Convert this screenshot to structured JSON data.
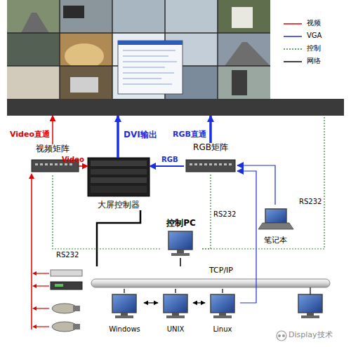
{
  "diagram": {
    "nodes": [
      {
        "text": []
      },
      {
        "text": [
          "视频矩阵"
        ]
      },
      {
        "text": [
          "大屏控制器"
        ]
      },
      {
        "text": [
          "RGB矩阵"
        ]
      },
      {
        "text": [
          "控制PC"
        ]
      },
      {
        "text": [
          "笔记本"
        ]
      },
      {
        "text": [
          "TCP/IP"
        ]
      },
      {
        "text": [
          "Windows"
        ]
      },
      {
        "text": [
          "UNIX"
        ]
      },
      {
        "text": [
          "Linux"
        ]
      }
    ],
    "edges": [
      {
        "from": 1,
        "to": 0,
        "label": "Video直通",
        "arrow": "to"
      },
      {
        "from": 1,
        "to": 2,
        "label": "Video",
        "arrow": "to"
      },
      {
        "from": 2,
        "to": 0,
        "label": "DVI输出",
        "arrow": "to"
      },
      {
        "from": 3,
        "to": 2,
        "label": "RGB",
        "arrow": "to"
      },
      {
        "from": 3,
        "to": 0,
        "label": "RGB直通",
        "arrow": "to"
      },
      {
        "from": 5,
        "to": 3,
        "arrow": "to"
      },
      {
        "from": 9,
        "to": 3,
        "arrow": "to"
      },
      {
        "from": 2,
        "to": 6,
        "arrow": "none"
      },
      {
        "from": 4,
        "to": 6,
        "arrow": "none"
      },
      {
        "from": 7,
        "to": 6,
        "arrow": "none"
      },
      {
        "from": 8,
        "to": 6,
        "arrow": "none"
      },
      {
        "from": 9,
        "to": 6,
        "arrow": "none"
      },
      {
        "from": 7,
        "to": 8,
        "arrow": "both"
      },
      {
        "from": 8,
        "to": 9,
        "arrow": "both"
      },
      {
        "from": 4,
        "to": 1,
        "label": "RS232",
        "arrow": "none"
      },
      {
        "from": 4,
        "to": 3,
        "label": "RS232",
        "arrow": "none"
      },
      {
        "from": 4,
        "to": 0,
        "label": "RS232",
        "arrow": "none"
      }
    ],
    "labels": [
      "Display技术"
    ],
    "legend": [
      {
        "text": "视频"
      },
      {
        "text": "VGA"
      },
      {
        "text": "控制"
      },
      {
        "text": "网络"
      }
    ]
  }
}
